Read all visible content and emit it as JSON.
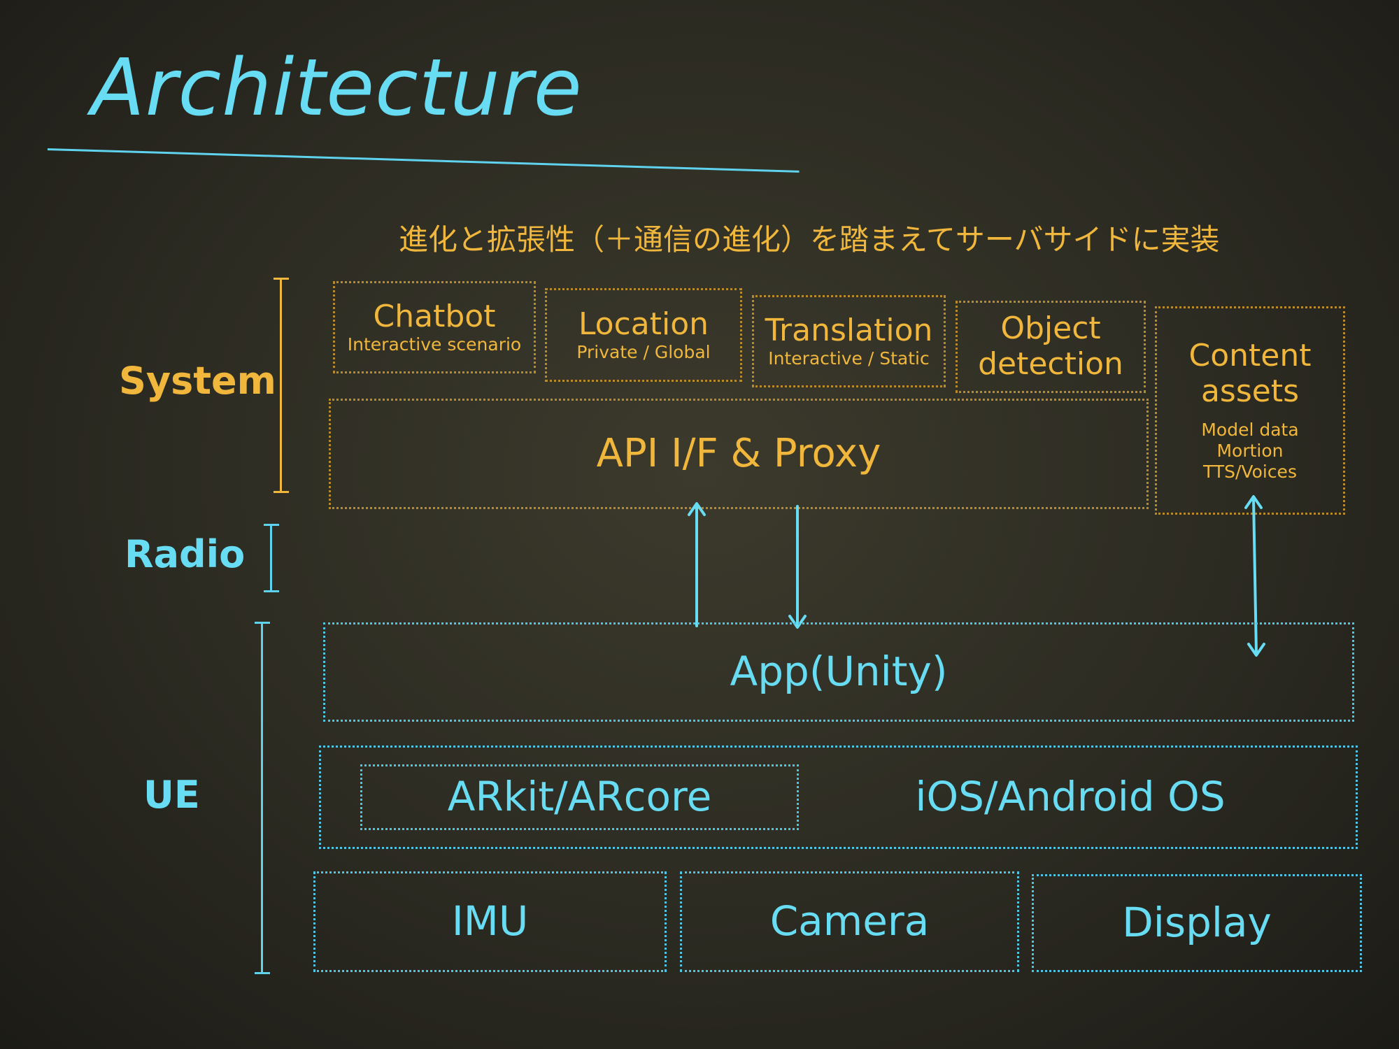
{
  "title": "Architecture",
  "subtitle": "進化と拡張性（＋通信の進化）を踏まえてサーバサイドに実装",
  "layers": {
    "system": "System",
    "radio": "Radio",
    "ue": "UE"
  },
  "system_modules": {
    "chatbot": {
      "title": "Chatbot",
      "sub": "Interactive scenario"
    },
    "location": {
      "title": "Location",
      "sub": "Private / Global"
    },
    "translation": {
      "title": "Translation",
      "sub": "Interactive / Static"
    },
    "object_detection": {
      "title": "Object detection"
    },
    "content_assets": {
      "title": "Content assets",
      "items": [
        "Model data",
        "Mortion",
        "TTS/Voices"
      ]
    },
    "api_proxy": "API I/F & Proxy"
  },
  "ue_modules": {
    "app": "App(Unity)",
    "arkit": "ARkit/ARcore",
    "os": "iOS/Android OS",
    "imu": "IMU",
    "camera": "Camera",
    "display": "Display"
  },
  "colors": {
    "background": "#2c2b22",
    "system_accent": "#f0b73c",
    "ue_accent": "#67dcf2"
  }
}
